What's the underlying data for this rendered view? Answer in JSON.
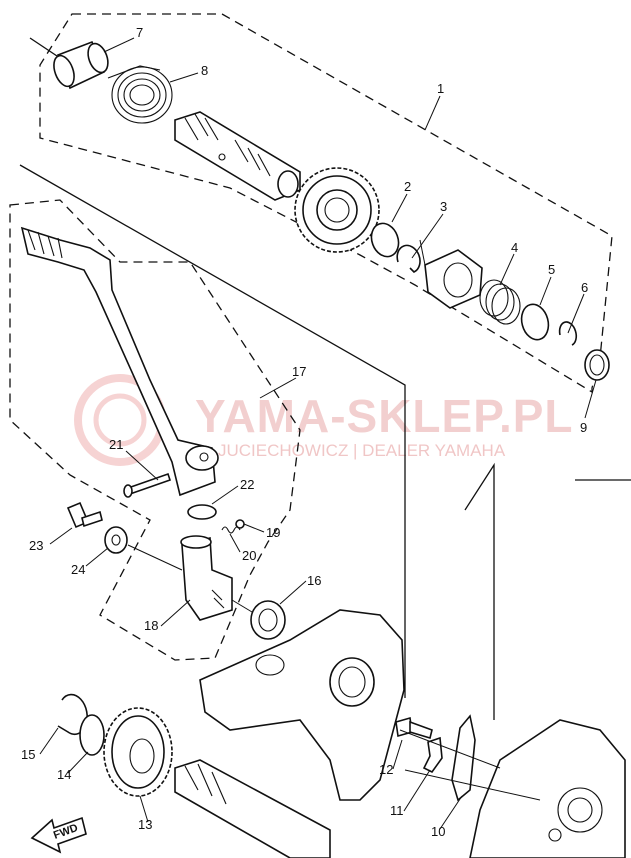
{
  "watermark": {
    "brand": "YAMA-SKLEP.PL",
    "subtitle": "JUCIECHOWICZ | DEALER YAMAHA"
  },
  "direction_label": "FWD",
  "callouts": [
    "1",
    "2",
    "3",
    "4",
    "5",
    "6",
    "7",
    "8",
    "9",
    "10",
    "11",
    "12",
    "13",
    "14",
    "15",
    "16",
    "17",
    "18",
    "19",
    "20",
    "21",
    "22",
    "23",
    "24"
  ]
}
